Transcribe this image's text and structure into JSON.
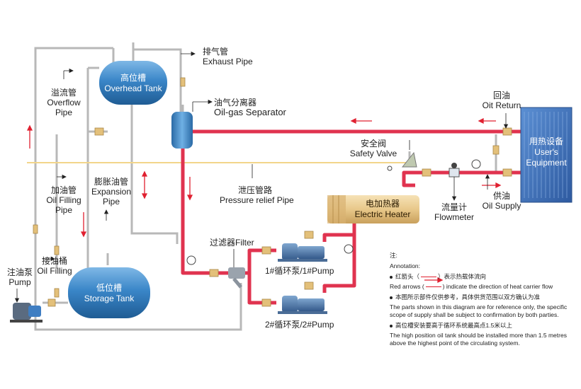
{
  "labels": {
    "exhaust_pipe": {
      "zh": "排气管",
      "en": "Exhaust Pipe"
    },
    "overflow_pipe": {
      "zh": "溢流管",
      "en1": "Overflow",
      "en2": "Pipe"
    },
    "oil_gas_separator": {
      "zh": "油气分离器",
      "en": "Oil-gas Separator"
    },
    "oil_return": {
      "zh": "回油",
      "en": "Oit Return"
    },
    "safety_valve": {
      "zh": "安全阀",
      "en": "Safety Valve"
    },
    "filling_pipe": {
      "zh": "加油管",
      "en1": "Oil Filling",
      "en2": "Pipe"
    },
    "expansion_pipe": {
      "zh": "膨胀油管",
      "en1": "Expansion",
      "en2": "Pipe"
    },
    "pressure_relief": {
      "zh": "泄压管路",
      "en": "Pressure relief Pipe"
    },
    "oil_supply": {
      "zh": "供油",
      "en": "Oil Supply"
    },
    "flowmeter": {
      "zh": "流量计",
      "en": "Flowmeter"
    },
    "filter": {
      "zh": "过滤器",
      "en": "Filter"
    },
    "oil_filling_bucket": {
      "zh": "接油桶",
      "en": "Oil Filling"
    },
    "filling_pump": {
      "zh": "注油泵",
      "en": "Pump"
    },
    "pump1": "1#循环泵/1#Pump",
    "pump2": "2#循环泵/2#Pump"
  },
  "tanks": {
    "overhead": {
      "zh": "高位槽",
      "en": "Overhead Tank"
    },
    "storage": {
      "zh": "低位槽",
      "en": "Storage Tank"
    }
  },
  "heater": {
    "zh": "电加热器",
    "en": "Electric Heater"
  },
  "equipment": {
    "zh": "用热设备",
    "en1": "User's",
    "en2": "Equipment"
  },
  "notes": {
    "title_zh": "注:",
    "title_en": "Annotation:",
    "n1_zh_pre": "红箭头（",
    "n1_zh_post": "）表示热载体流向",
    "n1_en_pre": "Red arrows (",
    "n1_en_post": ") indicate the direction of heat carrier flow",
    "n2_zh": "本图所示部件仅供参考，具体供货范围以双方确认为准",
    "n2_en1": "The parts shown in this diagram are for reference only, the specific",
    "n2_en2": "scope of supply shall be subject to confirmation by both parties.",
    "n3_zh": "高位槽安装要高于循环系统最高点1.5米以上",
    "n3_en1": "The high position oil tank should be installed more than 1.5 metres",
    "n3_en2": "above the highest point of the circulating system."
  },
  "colors": {
    "hot_pipe": "#e0334f",
    "cold_pipe": "#b8b8b8",
    "relief_pipe": "#f2d58a",
    "tank_blue": "#3a86c8",
    "heater_gold": "#e8c88a",
    "equipment_blue": "#3b6fb6",
    "arrow_red": "#e02030"
  }
}
